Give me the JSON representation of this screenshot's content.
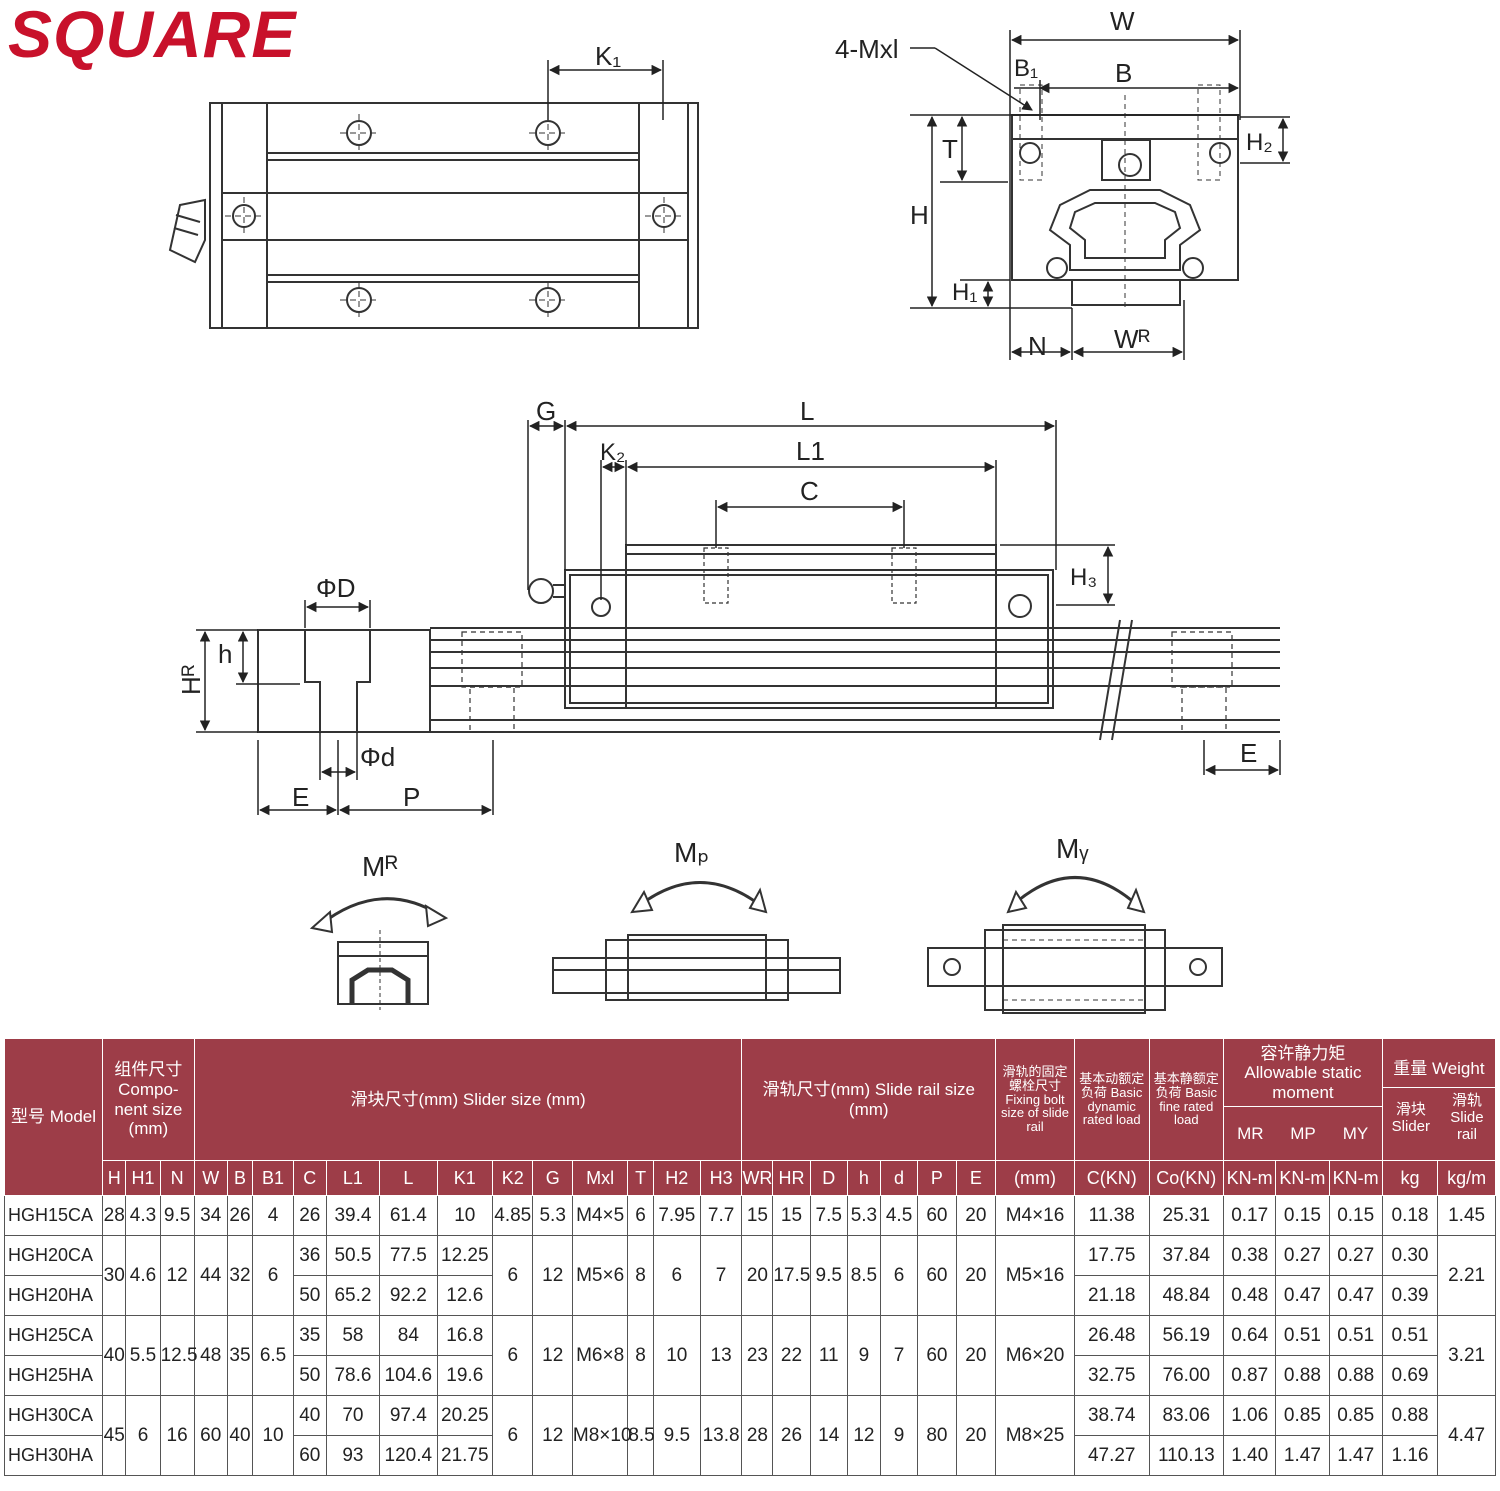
{
  "brand": {
    "name": "SQUARE",
    "color": "#c8112b"
  },
  "diagram": {
    "top_view": {
      "K1": "K₁"
    },
    "end_view": {
      "W": "W",
      "mxl": "4-Mxl",
      "B1": "B₁",
      "B": "B",
      "H2": "H₂",
      "T": "T",
      "H": "H",
      "H1": "H₁",
      "N": "N",
      "WR": "Wᴿ"
    },
    "side_view": {
      "G": "G",
      "L": "L",
      "K2": "K₂",
      "L1": "L1",
      "C": "C",
      "H3": "H₃",
      "PhiD": "ΦD",
      "h": "h",
      "HR": "Hᴿ",
      "Phid": "Φd",
      "E": "E",
      "P": "P",
      "E2": "E"
    },
    "moments": {
      "MR": "Mᴿ",
      "MP": "Mₚ",
      "MY": "Mᵧ"
    }
  },
  "table": {
    "header_color": "#9d3d48",
    "groups": {
      "model": "型号 Model",
      "component": "组件尺寸 Compo- nent size (mm)",
      "slider": "滑块尺寸(mm) Slider size (mm)",
      "rail": "滑轨尺寸(mm) Slide rail size (mm)",
      "fixing": "滑轨的固定螺栓尺寸 Fixing bolt size of slide rail",
      "dyn": "基本动额定负荷 Basic dynamic rated load",
      "stat": "基本静额定负荷 Basic fine rated load",
      "moment": "容许静力矩 Allowable static moment",
      "weight": "重量 Weight",
      "slider_w": "滑块 Slider",
      "rail_w": "滑轨 Slide rail"
    },
    "columns": [
      "H",
      "H1",
      "N",
      "W",
      "B",
      "B1",
      "C",
      "L1",
      "L",
      "K1",
      "K2",
      "G",
      "Mxl",
      "T",
      "H2",
      "H3",
      "WR",
      "HR",
      "D",
      "h",
      "d",
      "P",
      "E",
      "(mm)",
      "C(KN)",
      "Co(KN)",
      "KN-m",
      "KN-m",
      "KN-m",
      "kg",
      "kg/m"
    ],
    "moment_cols": [
      "MR",
      "MP",
      "MY"
    ],
    "rows": [
      [
        "HGH15CA",
        "28",
        "4.3",
        "9.5",
        "34",
        "26",
        "4",
        "26",
        "39.4",
        "61.4",
        "10",
        "4.85",
        "5.3",
        "M4×5",
        "6",
        "7.95",
        "7.7",
        "15",
        "15",
        "7.5",
        "5.3",
        "4.5",
        "60",
        "20",
        "M4×16",
        "11.38",
        "25.31",
        "0.17",
        "0.15",
        "0.15",
        "0.18",
        "1.45"
      ],
      [
        "HGH20CA",
        "30",
        "4.6",
        "12",
        "44",
        "32",
        "6",
        "36",
        "50.5",
        "77.5",
        "12.25",
        "6",
        "12",
        "M5×6",
        "8",
        "6",
        "7",
        "20",
        "17.5",
        "9.5",
        "8.5",
        "6",
        "60",
        "20",
        "M5×16",
        "17.75",
        "37.84",
        "0.38",
        "0.27",
        "0.27",
        "0.30",
        "2.21"
      ],
      [
        "HGH20HA",
        "",
        "",
        "",
        "",
        "",
        "",
        "50",
        "65.2",
        "92.2",
        "12.6",
        "",
        "",
        "",
        "",
        "",
        "",
        "",
        "",
        "",
        "",
        "",
        "",
        "",
        "",
        "21.18",
        "48.84",
        "0.48",
        "0.47",
        "0.47",
        "0.39",
        ""
      ],
      [
        "HGH25CA",
        "40",
        "5.5",
        "12.5",
        "48",
        "35",
        "6.5",
        "35",
        "58",
        "84",
        "16.8",
        "6",
        "12",
        "M6×8",
        "8",
        "10",
        "13",
        "23",
        "22",
        "11",
        "9",
        "7",
        "60",
        "20",
        "M6×20",
        "26.48",
        "56.19",
        "0.64",
        "0.51",
        "0.51",
        "0.51",
        "3.21"
      ],
      [
        "HGH25HA",
        "",
        "",
        "",
        "",
        "",
        "",
        "50",
        "78.6",
        "104.6",
        "19.6",
        "",
        "",
        "",
        "",
        "",
        "",
        "",
        "",
        "",
        "",
        "",
        "",
        "",
        "",
        "32.75",
        "76.00",
        "0.87",
        "0.88",
        "0.88",
        "0.69",
        ""
      ],
      [
        "HGH30CA",
        "45",
        "6",
        "16",
        "60",
        "40",
        "10",
        "40",
        "70",
        "97.4",
        "20.25",
        "6",
        "12",
        "M8×10",
        "8.5",
        "9.5",
        "13.8",
        "28",
        "26",
        "14",
        "12",
        "9",
        "80",
        "20",
        "M8×25",
        "38.74",
        "83.06",
        "1.06",
        "0.85",
        "0.85",
        "0.88",
        "4.47"
      ],
      [
        "HGH30HA",
        "",
        "",
        "",
        "",
        "",
        "",
        "60",
        "93",
        "120.4",
        "21.75",
        "",
        "",
        "",
        "",
        "",
        "",
        "",
        "",
        "",
        "",
        "",
        "",
        "",
        "",
        "47.27",
        "110.13",
        "1.40",
        "1.47",
        "1.47",
        "1.16",
        ""
      ]
    ]
  }
}
